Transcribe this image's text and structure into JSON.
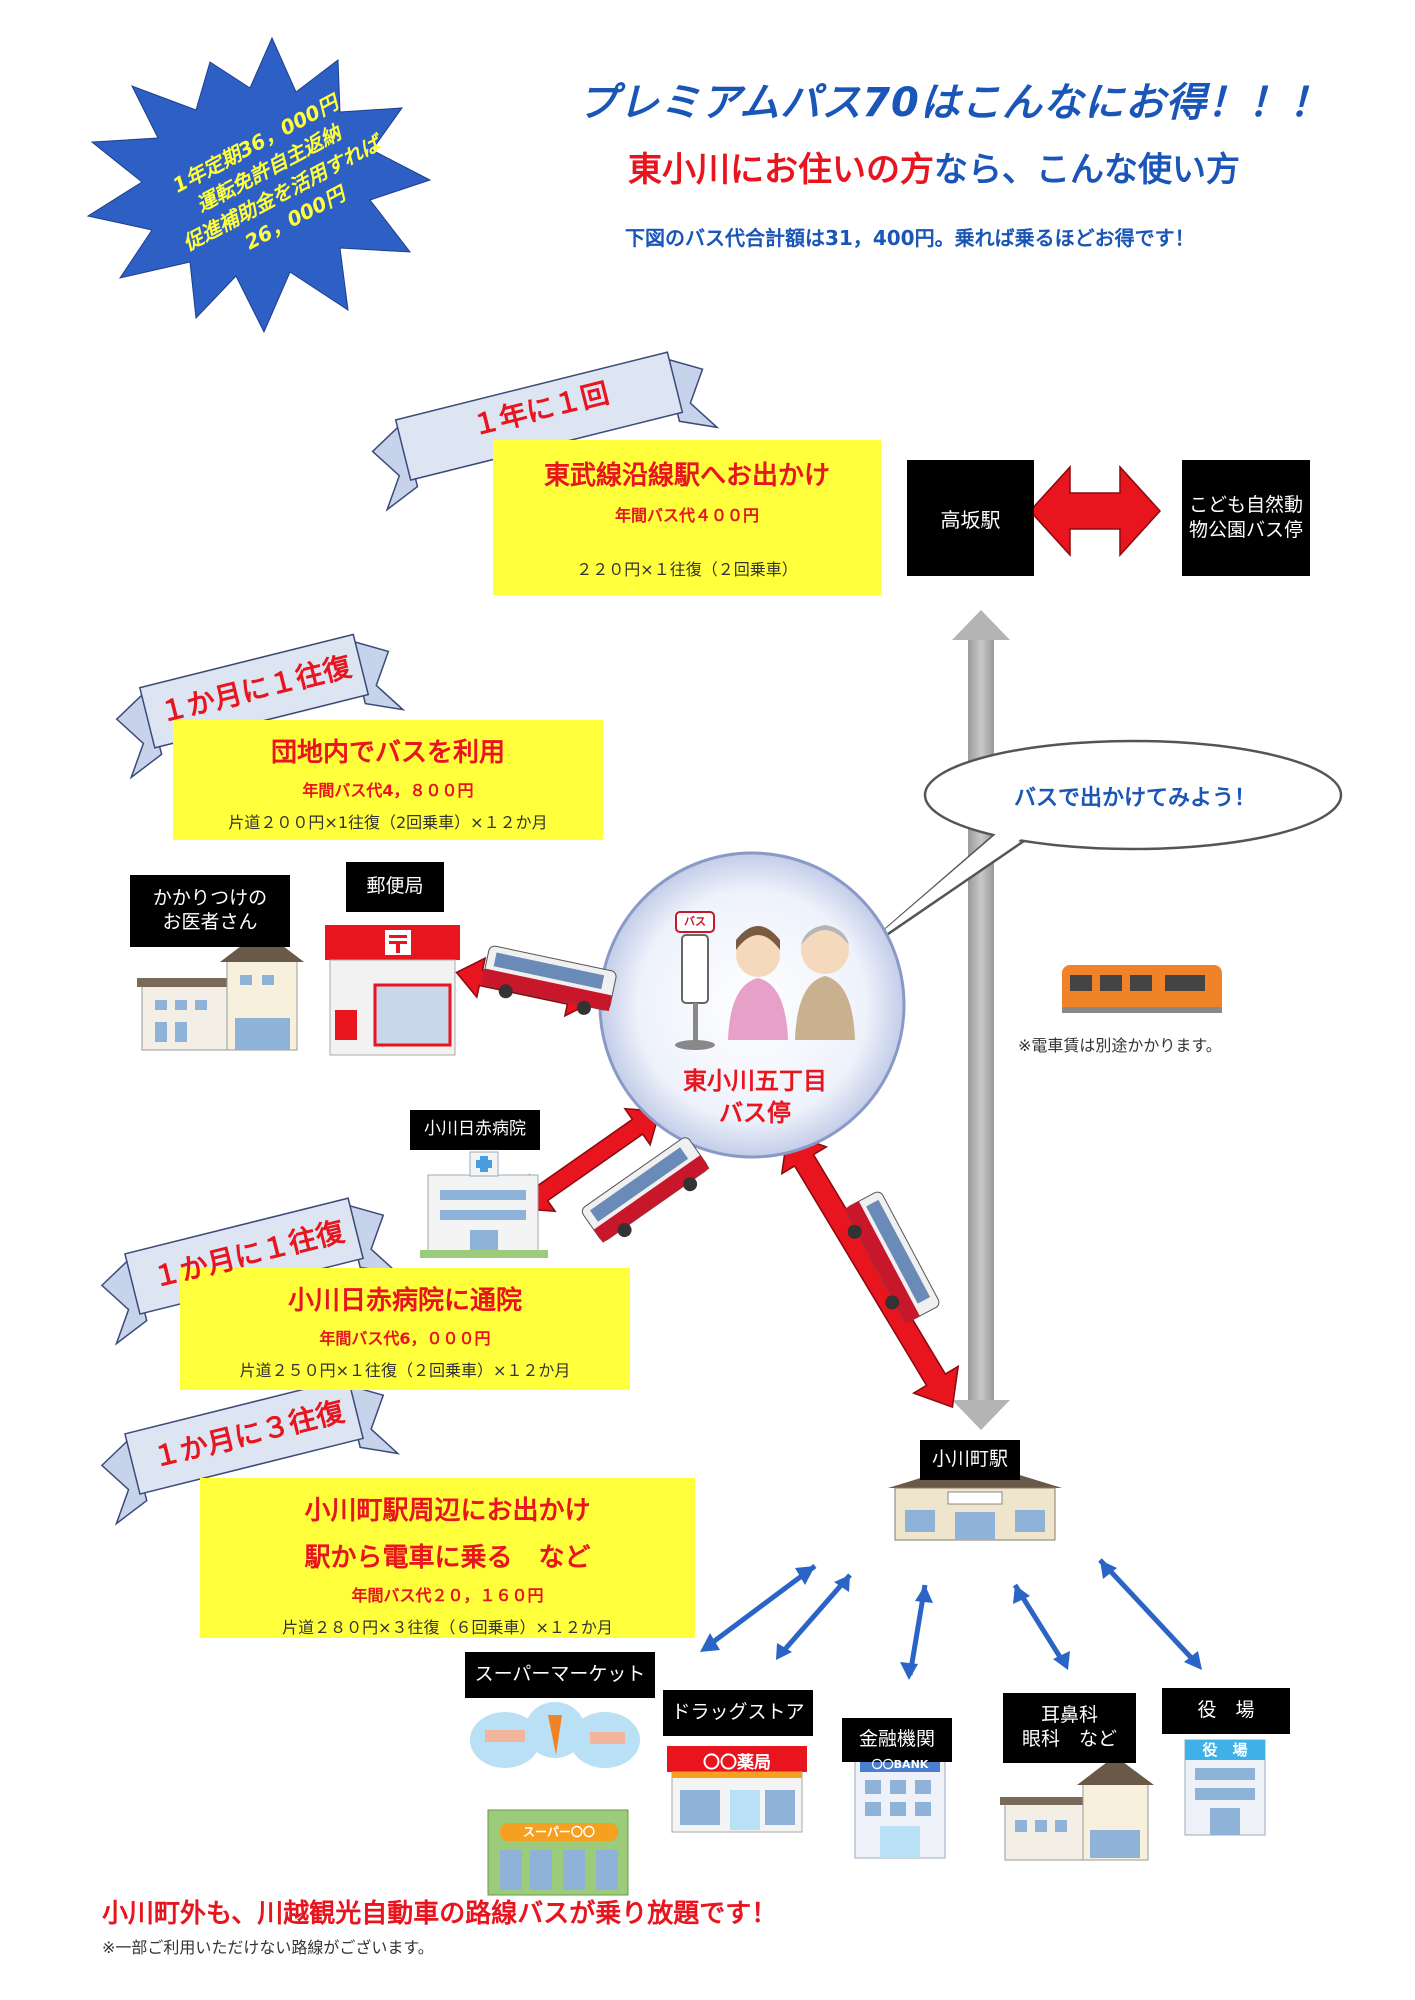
{
  "header": {
    "title": "プレミアムパス70はこんなにお得！！！",
    "subtitle_red": "東小川にお住いの方",
    "subtitle_rest": "なら、こんな使い方",
    "note": "下図のバス代合計額は31，400円。乗れば乗るほどお得です！"
  },
  "starburst": {
    "line1": "1年定期36，000円",
    "line2": "運転免許自主返納",
    "line3": "促進補助金を活用すれば",
    "line4": "26，000円"
  },
  "banners": {
    "yearly": "１年に１回",
    "monthly1": "１か月に１往復",
    "monthly2": "１か月に１往復",
    "monthly3": "１か月に３往復"
  },
  "box_tobu": {
    "title": "東武線沿線駅へお出かけ",
    "cost": "年間バス代４００円",
    "detail": "２２０円×１往復（２回乗車）"
  },
  "box_danchi": {
    "title": "団地内でバスを利用",
    "cost": "年間バス代4，８００円",
    "detail": "片道２００円×1往復（2回乗車）×１２か月"
  },
  "box_hospital": {
    "title": "小川日赤病院に通院",
    "cost": "年間バス代6，０００円",
    "detail": "片道２５０円×１往復（２回乗車）×１２か月"
  },
  "box_station": {
    "title1": "小川町駅周辺にお出かけ",
    "title2": "駅から電車に乗る　など",
    "cost": "年間バス代２０，１６０円",
    "detail": "片道２８０円×３往復（６回乗車）×１２か月"
  },
  "labels": {
    "takasaka": "高坂駅",
    "kodomo1": "こども自然動",
    "kodomo2": "物公園バス停",
    "doctor1": "かかりつけの",
    "doctor2": "お医者さん",
    "post": "郵便局",
    "hospital": "小川日赤病院",
    "ogawa_station": "小川町駅",
    "supermarket": "スーパーマーケット",
    "drugstore": "ドラッグストア",
    "bank": "金融機関",
    "clinic1": "耳鼻科",
    "clinic2": "眼科　など",
    "townhall": "役　場"
  },
  "busstop": {
    "name1": "東小川五丁目",
    "name2": "バス停",
    "sign": "バス"
  },
  "speech": "バスで出かけてみよう！",
  "train_note": "※電車賃は別途かかります。",
  "building_text": {
    "drug_sign": "〇〇薬局",
    "bank_sign": "〇〇BANK",
    "townhall_sign": "役　場",
    "super_sign": "スーパー〇〇"
  },
  "footer": {
    "part1": "小川町外も、川越観光自動車の路線バスが",
    "part2": "乗り放題",
    "part3": "です！",
    "note": "※一部ご利用いただけない路線がございます。"
  },
  "colors": {
    "title_blue": "#1a55b8",
    "accent_red": "#e8141e",
    "highlight_yellow": "#ffff3c",
    "ribbon_fill": "#d8e2f1",
    "star_blue": "#2d5fc4"
  }
}
